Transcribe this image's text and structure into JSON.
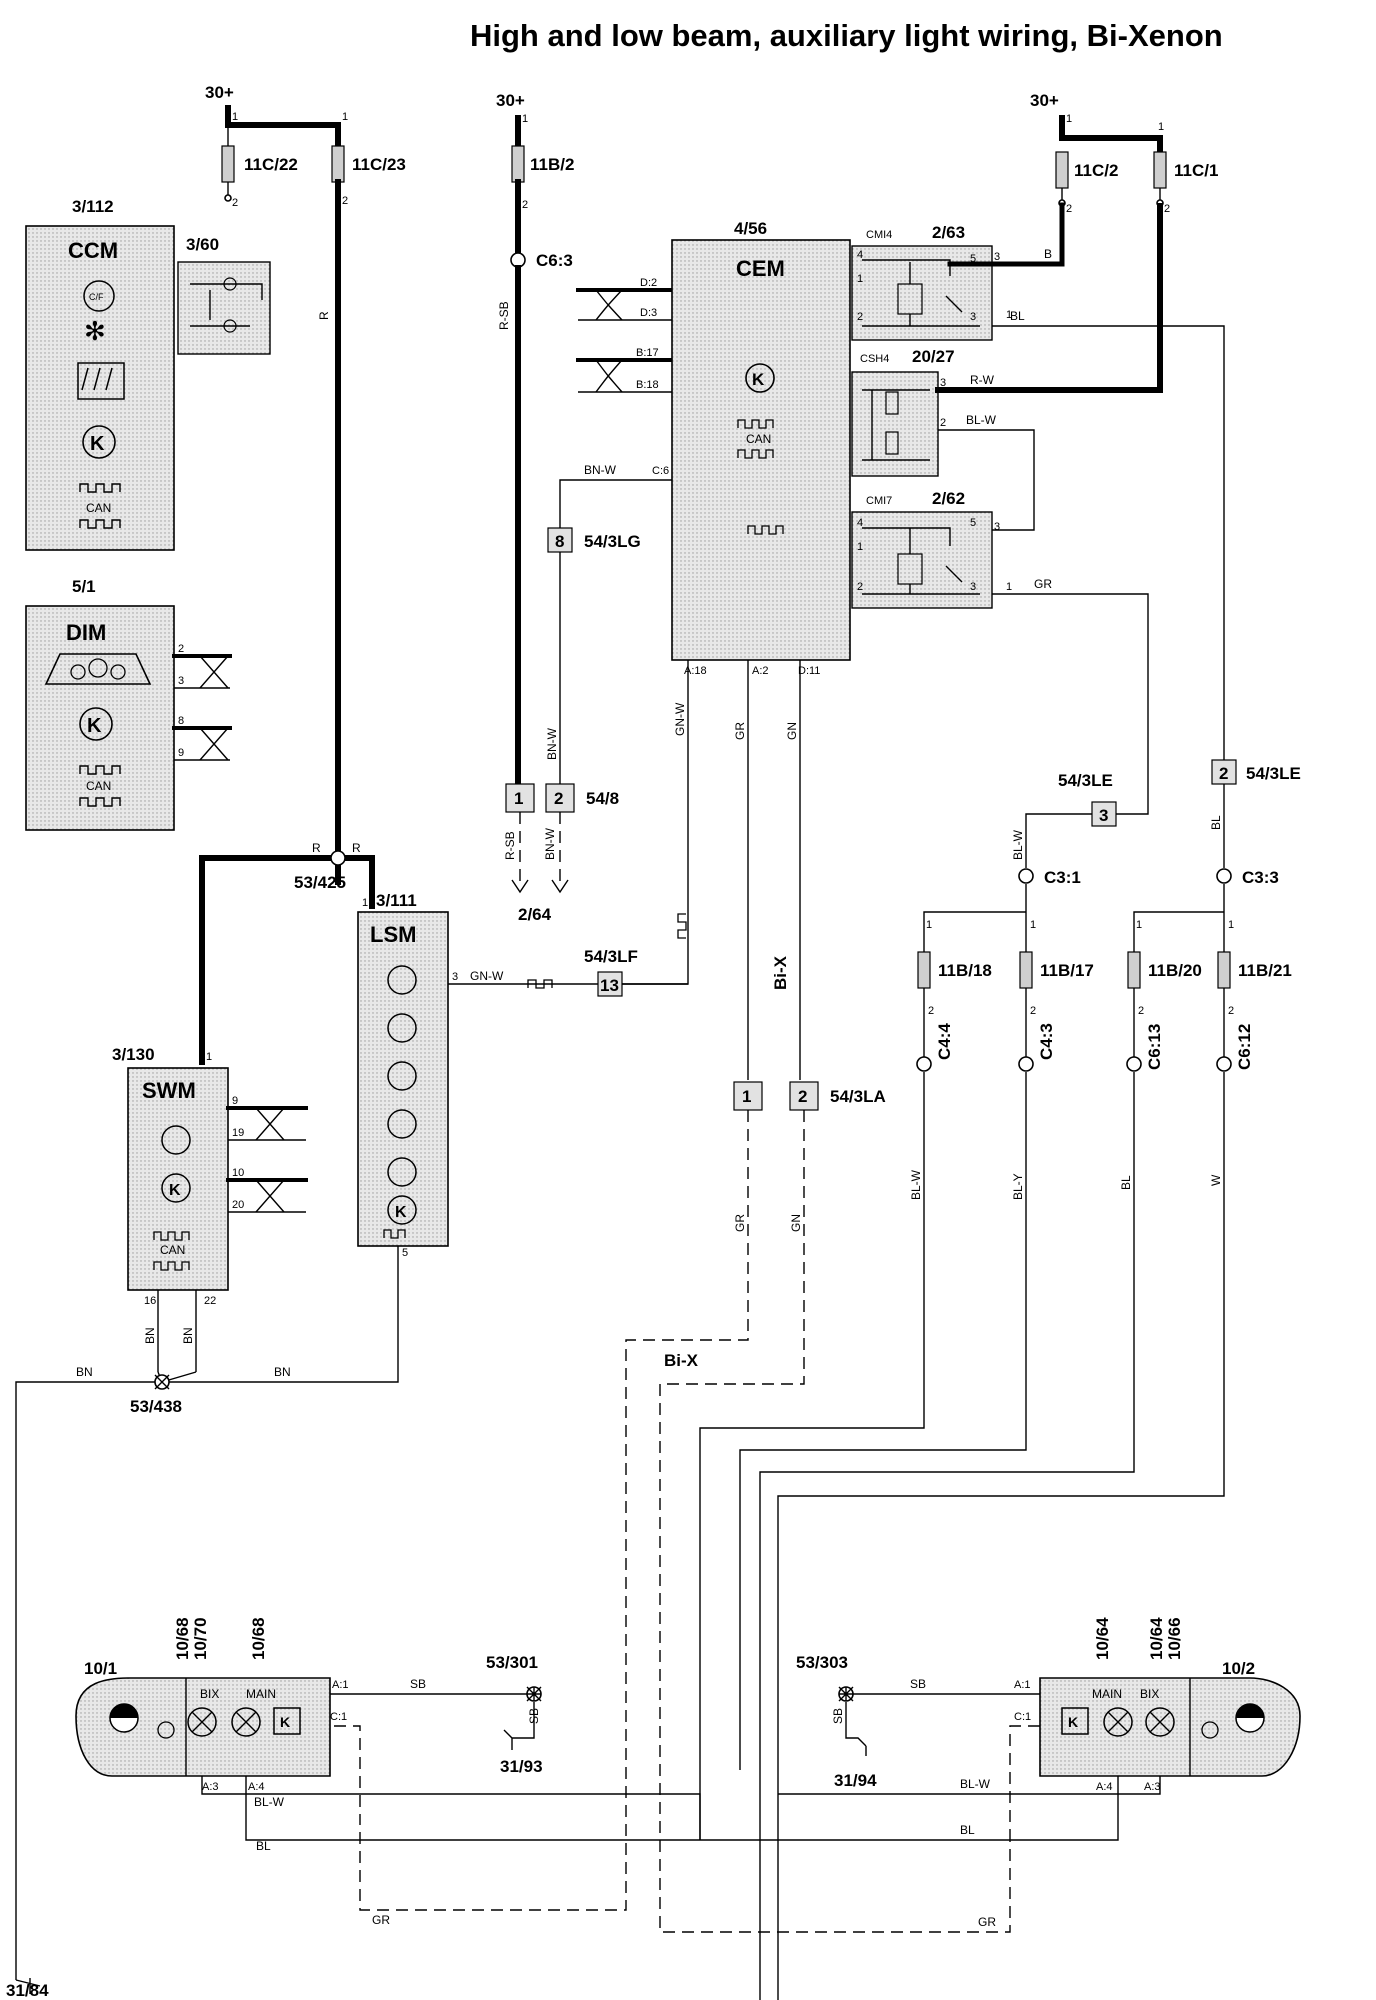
{
  "title": "High and low beam, auxiliary light wiring, Bi-Xenon",
  "supply": "30+",
  "fuses": [
    "11C/22",
    "11C/23",
    "11B/2",
    "11C/2",
    "11C/1",
    "11B/18",
    "11B/17",
    "11B/20",
    "11B/21"
  ],
  "modules": {
    "ccm": {
      "id": "3/112",
      "name": "CCM",
      "sub": "3/60",
      "can": "CAN"
    },
    "dim": {
      "id": "5/1",
      "name": "DIM",
      "can": "CAN"
    },
    "cem": {
      "id": "4/56",
      "name": "CEM",
      "can": "CAN"
    },
    "lsm": {
      "id": "3/111",
      "name": "LSM"
    },
    "swm": {
      "id": "3/130",
      "name": "SWM",
      "can": "CAN"
    }
  },
  "relays": {
    "r1": {
      "id": "2/63",
      "code": "CMI4"
    },
    "r2": {
      "id": "20/27",
      "code": "CSH4"
    },
    "r3": {
      "id": "2/62",
      "code": "CMI7"
    }
  },
  "connectors": {
    "c63": "C6:3",
    "c31": "C3:1",
    "c33": "C3:3",
    "c44": "C4:4",
    "c43": "C4:3",
    "c613": "C6:13",
    "c612": "C6:12",
    "lg": "54/3LG",
    "le": "54/3LE",
    "lf": "54/3LF",
    "la": "54/3LA",
    "c548": "54/8",
    "ref264": "2/64",
    "lg_pin": "8",
    "le_pin": "3",
    "le2_pin": "2",
    "lf_pin": "13"
  },
  "cem_pins": [
    "D:2",
    "D:3",
    "B:17",
    "B:18",
    "C:6",
    "A:18",
    "A:2",
    "D:11"
  ],
  "splices": {
    "s425": "53/425",
    "s438": "53/438",
    "s301": "53/301",
    "s303": "53/303"
  },
  "grounds": {
    "g93": "31/93",
    "g94": "31/94",
    "g84": "31/84"
  },
  "wires": {
    "r": "R",
    "rsb": "R-SB",
    "b": "B",
    "bl": "BL",
    "rw": "R-W",
    "blw": "BL-W",
    "gr": "GR",
    "bnw": "BN-W",
    "gnw": "GN-W",
    "gn": "GN",
    "bn": "BN",
    "bly": "BL-Y",
    "wh": "W",
    "sb": "SB"
  },
  "bix": "Bi-X",
  "headlamps": {
    "left": {
      "id": "10/1",
      "refs": [
        "10/68",
        "10/70",
        "10/68"
      ],
      "bix": "BIX",
      "main": "MAIN"
    },
    "right": {
      "id": "10/2",
      "refs": [
        "10/64",
        "10/64",
        "10/66"
      ],
      "bix": "BIX",
      "main": "MAIN"
    }
  },
  "lamp_pins": [
    "A:1",
    "C:1",
    "A:3",
    "A:4"
  ]
}
